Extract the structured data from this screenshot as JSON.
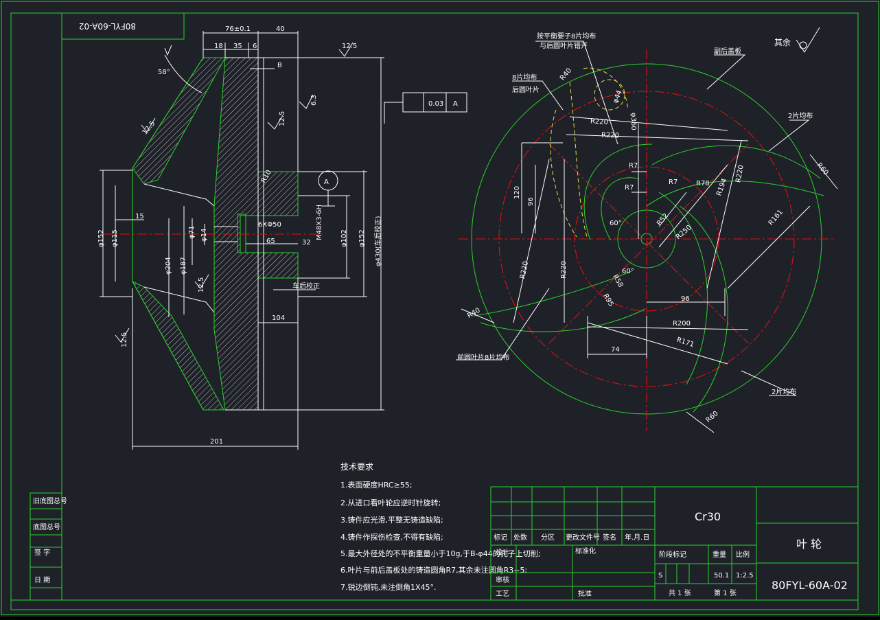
{
  "drawing": {
    "upside_title": "80FYL-60A-02",
    "part_name": "叶  轮",
    "part_number": "80FYL-60A-02",
    "material": "Cr30",
    "colors": {
      "border": "#2bd42b",
      "centerline": "#e01010",
      "dim": "#ffffff",
      "hidden": "#e8e040",
      "background": "#1e2128"
    }
  },
  "left_view": {
    "dims": {
      "d76": "76±0.1",
      "d40": "40",
      "d18": "18",
      "d35": "35",
      "d6": "6",
      "ang": "58°",
      "ra": "12.5",
      "ra63": "6.3",
      "b": "B",
      "tol": "0.03",
      "datum": "A",
      "r10": "R10",
      "d152a": "φ152",
      "d115": "φ115",
      "d15": "15",
      "d204": "φ204",
      "d187": "φ187",
      "d71": "φ71",
      "d14": "φ14",
      "holes": "6XΦ50",
      "l65": "65",
      "m48": "M48X3-6H",
      "l32": "32",
      "d102": "φ102",
      "d152b": "φ152",
      "d430": "φ430(车后校正)",
      "note": "车后校正",
      "l104": "104",
      "l201": "201",
      "datumA": "A"
    }
  },
  "right_view": {
    "labels": {
      "top_note1": "按平衡要子8片均布",
      "top_note2": "与后圆叶片错开",
      "blade8": "8片均布",
      "blade8b": "后圆叶片",
      "back_plate": "副后盖板",
      "two_blade_a": "2片均布",
      "two_blade_b": "2片均布",
      "front_blade": "前圆叶片8片均布",
      "other": "其余",
      "r40a": "R40",
      "r40b": "R40",
      "d44": "φ44",
      "d360": "φ360",
      "r220a": "R220",
      "r220b": "R220",
      "r220c": "R220",
      "r220d": "R220",
      "r220e": "R220",
      "r7a": "R7",
      "r7b": "R7",
      "r7c": "R7",
      "r78": "R78",
      "r194": "R194",
      "r60a": "R60",
      "r60b": "R60",
      "r161": "R161",
      "r52": "R52",
      "r250": "R250",
      "a60a": "60°",
      "a60b": "60°",
      "l120": "120",
      "l96a": "96",
      "l96b": "96",
      "r58": "R58",
      "r95": "R95",
      "r200": "R200",
      "r171": "R171",
      "l74": "74"
    }
  },
  "tech_req": {
    "title": "技术要求",
    "items": [
      "1.表面硬度HRC≥55;",
      "2.从进口看叶轮应逆时针旋转;",
      "3.铸件应光滑,平整无铸造缺陷;",
      "4.铸件作探伤检查,不得有缺陷;",
      "5.最大外径处的不平衡重量小于10g,于B-φ44的孔子上切削;",
      "6.叶片与前后盖板处的铸造圆角R7,其余未注圆角R3~5;",
      "7.锐边倒钝,未注倒角1X45°."
    ]
  },
  "left_strip": {
    "rows": [
      "旧底图总号",
      "底图总号",
      "签  字",
      "日  期"
    ]
  },
  "title_block": {
    "headers": [
      "标记",
      "处数",
      "分区",
      "更改文件号",
      "签名",
      "年.月.日"
    ],
    "design": "设计",
    "standard": "标准化",
    "check": "审核",
    "process": "工艺",
    "approve": "批准",
    "stage": "阶段标记",
    "weight_label": "重量",
    "scale_label": "比例",
    "stage_value": "S",
    "weight": "50.1",
    "scale": "1:2.5",
    "sheets_total": "共 1 张",
    "sheet_no": "第 1 张"
  }
}
